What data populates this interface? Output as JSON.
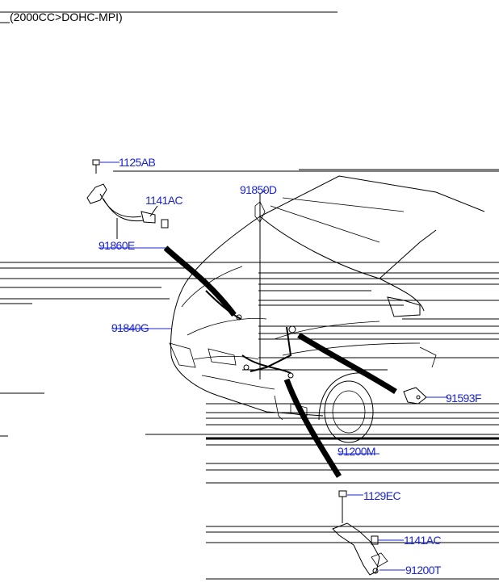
{
  "header": {
    "engine_spec": "(2000CC>DOHC-MPI)"
  },
  "colors": {
    "label": "#1a24d6",
    "line": "#000000",
    "background": "#ffffff"
  },
  "parts": [
    {
      "id": "1125AB"
    },
    {
      "id": "1141AC"
    },
    {
      "id": "91850D"
    },
    {
      "id": "91860E"
    },
    {
      "id": "91840G"
    },
    {
      "id": "91593F"
    },
    {
      "id": "91200M"
    },
    {
      "id": "1129EC"
    },
    {
      "id": "1141AC"
    },
    {
      "id": "91200T"
    }
  ]
}
